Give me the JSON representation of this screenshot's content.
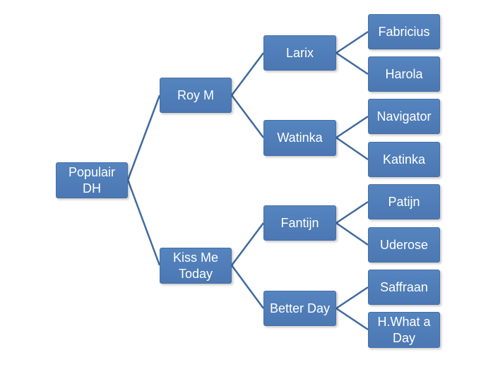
{
  "diagram": {
    "accent_color": "#4F81BD",
    "line_color": "#3F6A9E",
    "root": {
      "label": "Populair\nDH"
    },
    "level1": [
      {
        "label": "Roy M"
      },
      {
        "label": "Kiss Me\nToday"
      }
    ],
    "level2": [
      {
        "label": "Larix"
      },
      {
        "label": "Watinka"
      },
      {
        "label": "Fantijn"
      },
      {
        "label": "Better Day"
      }
    ],
    "level3": [
      {
        "label": "Fabricius"
      },
      {
        "label": "Harola"
      },
      {
        "label": "Navigator"
      },
      {
        "label": "Katinka"
      },
      {
        "label": "Patijn"
      },
      {
        "label": "Uderose"
      },
      {
        "label": "Saffraan"
      },
      {
        "label": "H.What a\nDay"
      }
    ]
  }
}
